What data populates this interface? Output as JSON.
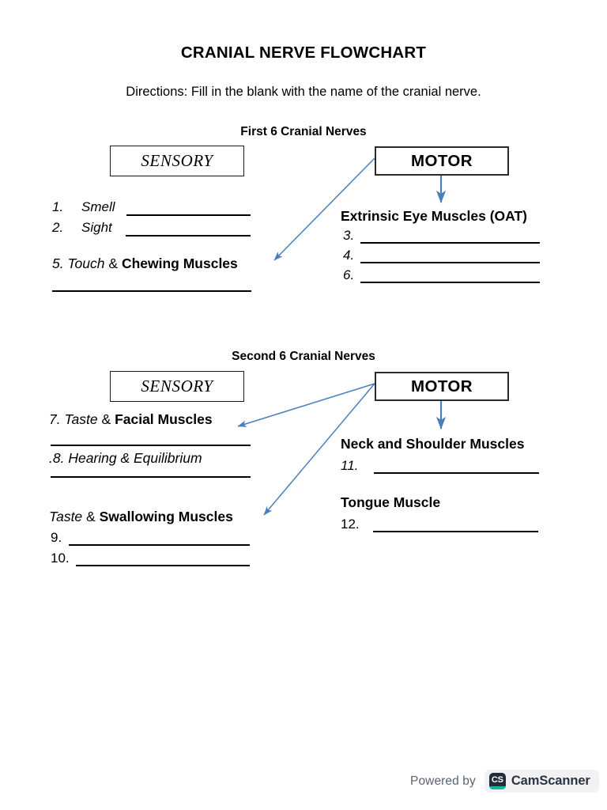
{
  "document": {
    "title": "CRANIAL NERVE FLOWCHART",
    "directions": "Directions: Fill in the blank with the name of the cranial nerve."
  },
  "sections": [
    {
      "heading": "First 6 Cranial Nerves",
      "sensory_box_label": "SENSORY",
      "motor_box_label": "MOTOR",
      "sensory_items": [
        {
          "number": "1.",
          "text": "Smell"
        },
        {
          "number": "2.",
          "text": "Sight"
        }
      ],
      "sensory_mixed_line": {
        "prefix": "5. Touch",
        "amp": "&",
        "bold": "Chewing Muscles"
      },
      "motor_group_label": "Extrinsic Eye Muscles (OAT)",
      "motor_items": [
        {
          "number": "3."
        },
        {
          "number": "4."
        },
        {
          "number": "6."
        }
      ]
    },
    {
      "heading": "Second 6 Cranial Nerves",
      "sensory_box_label": "SENSORY",
      "motor_box_label": "MOTOR",
      "sensory_line_7": {
        "prefix": "7. Taste",
        "amp": "&",
        "bold": "Facial Muscles"
      },
      "sensory_line_8": ".8. Hearing & Equilibrium",
      "sensory_line_9_label": {
        "prefix": "Taste",
        "amp": "&",
        "bold": "Swallowing Muscles"
      },
      "sensory_items": [
        {
          "number": "9."
        },
        {
          "number": "10."
        }
      ],
      "motor_group_1_label": "Neck and Shoulder Muscles",
      "motor_group_1_item": {
        "number": "11."
      },
      "motor_group_2_label": "Tongue Muscle",
      "motor_group_2_item": {
        "number": "12."
      }
    }
  ],
  "arrows": {
    "color": "#4a7ebb",
    "names": [
      "motor-1-to-sensory-1-arrow",
      "motor-1-to-extrinsic-eye-arrow",
      "motor-2-to-facial-muscles-arrow",
      "motor-2-to-swallowing-muscles-arrow",
      "motor-2-to-neck-shoulder-arrow"
    ]
  },
  "watermark": {
    "powered_by": "Powered by",
    "logo_letters": "CS",
    "brand": "CamScanner"
  }
}
